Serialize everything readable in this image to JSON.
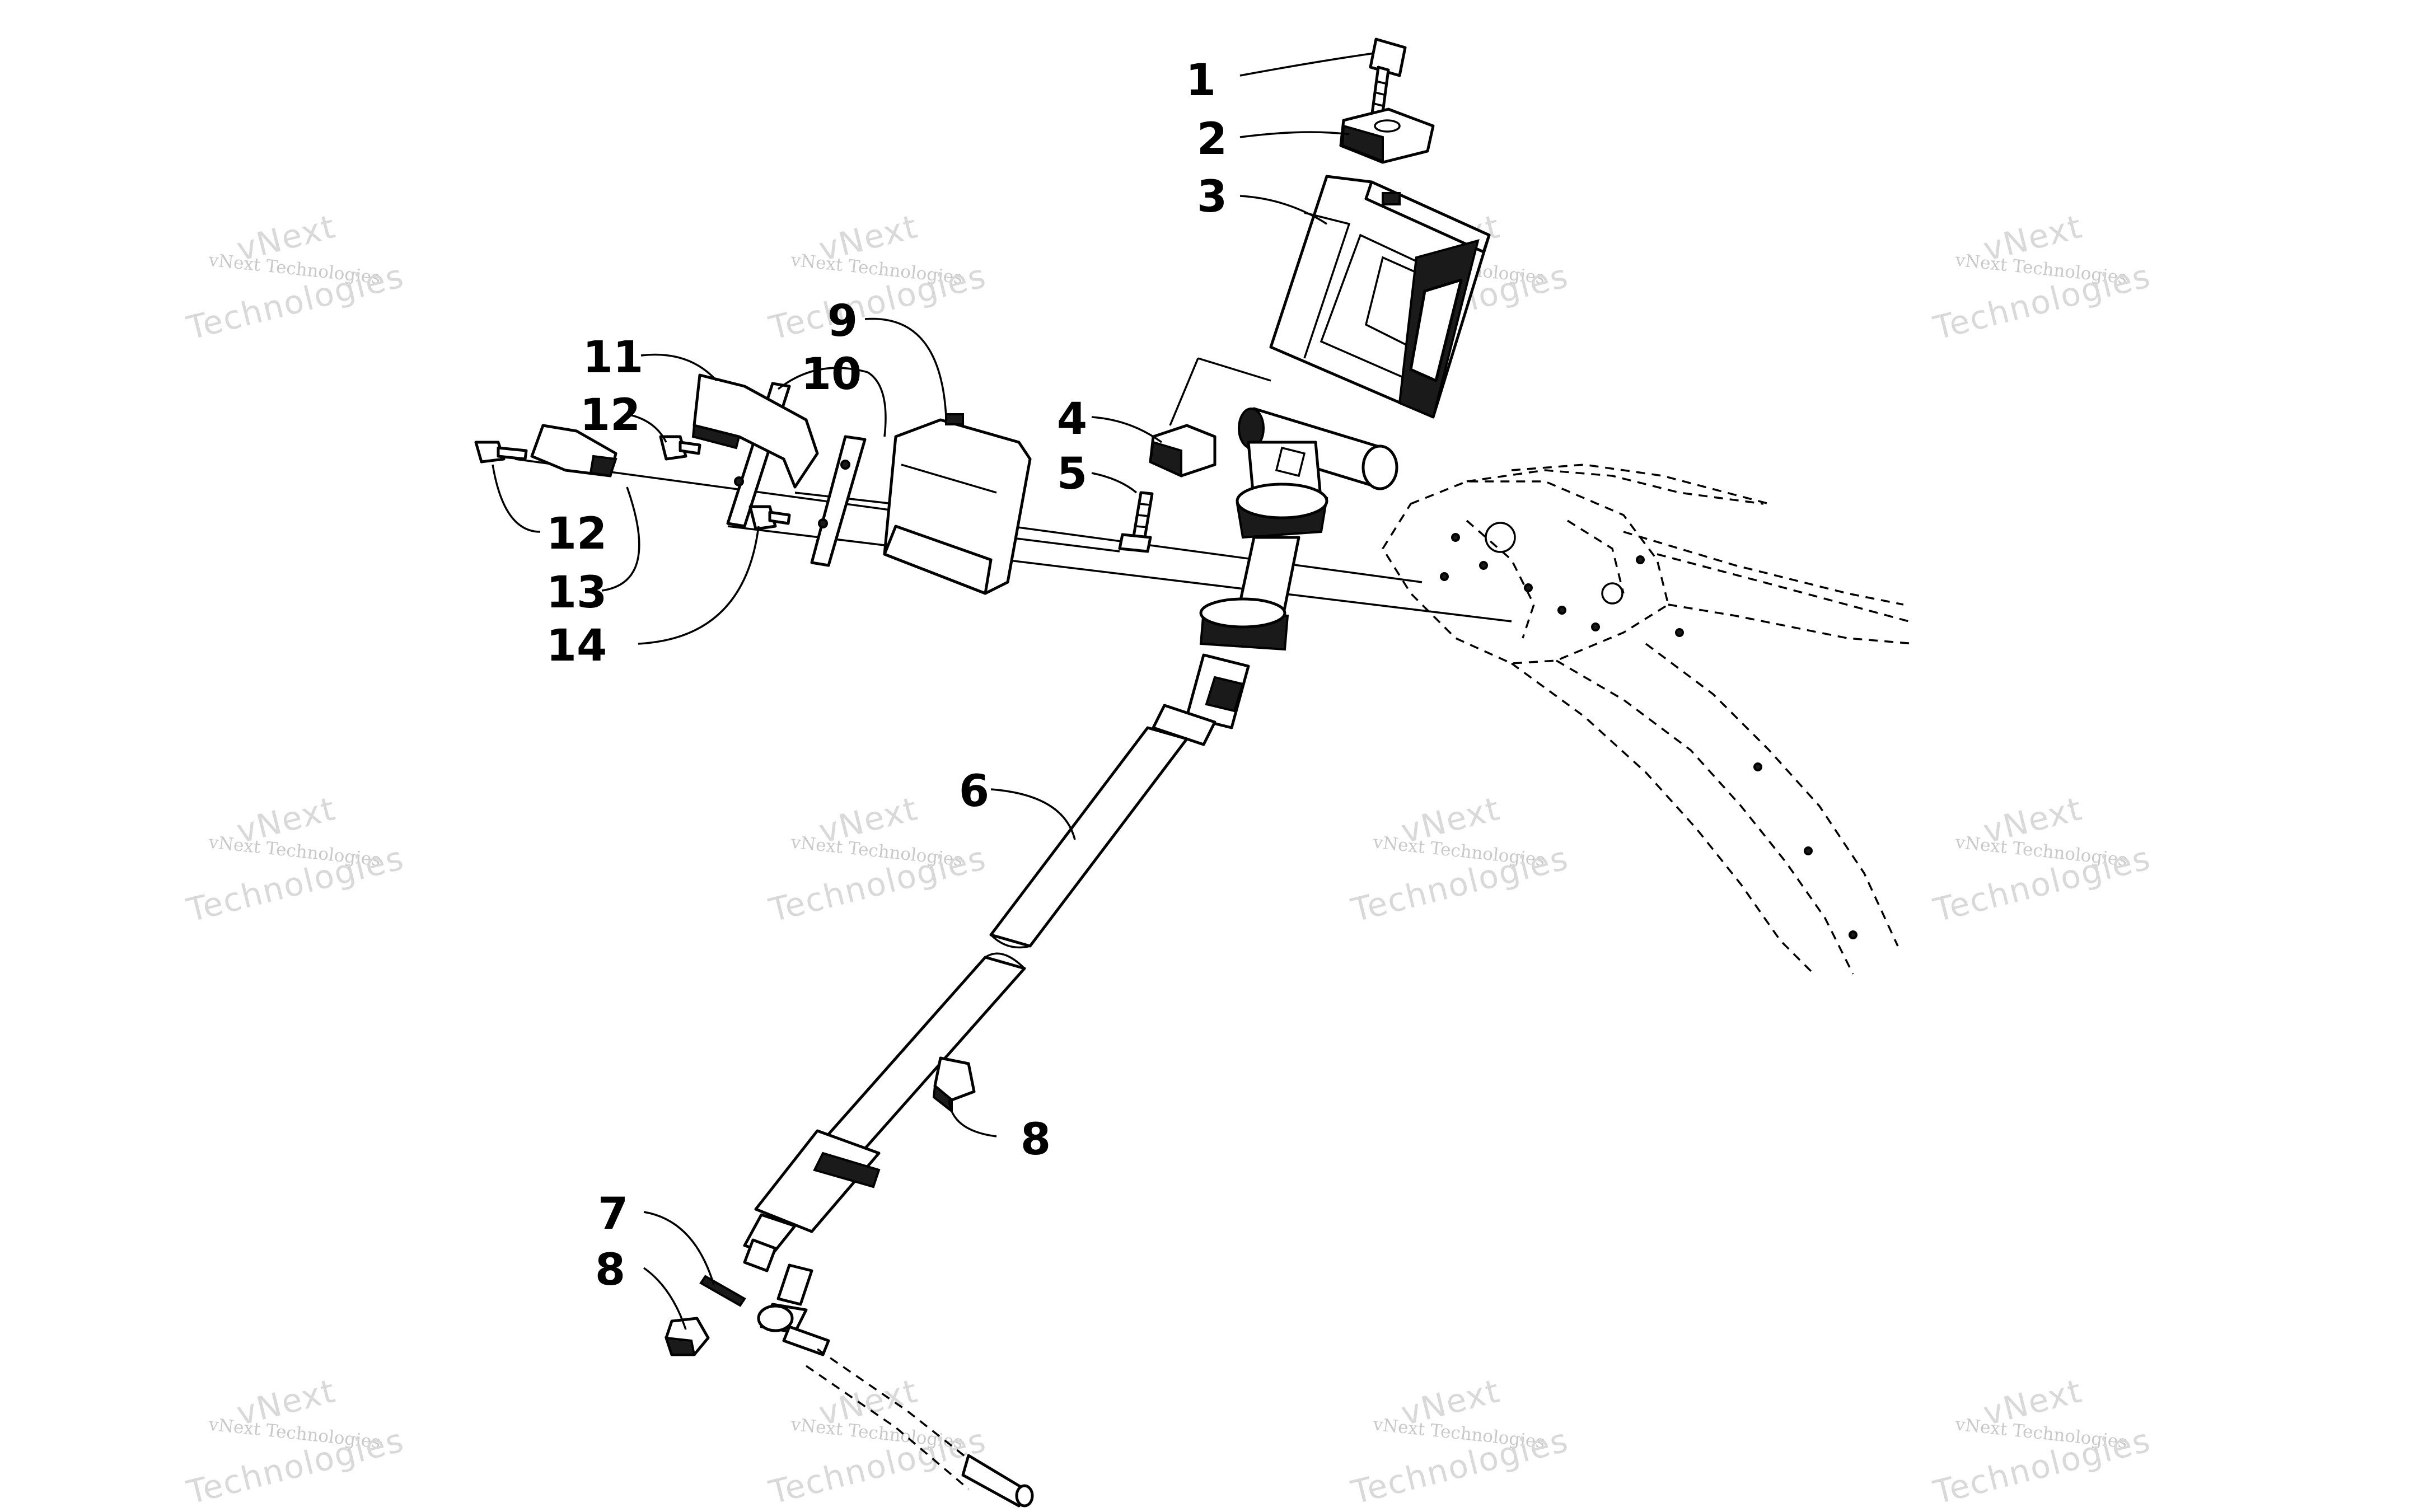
{
  "watermark": {
    "small_text": "vNext Technologies",
    "big_text": "Technologies",
    "faint_text": "vNext"
  },
  "callouts": [
    {
      "id": "c1",
      "label": "1"
    },
    {
      "id": "c2",
      "label": "2"
    },
    {
      "id": "c3",
      "label": "3"
    },
    {
      "id": "c4",
      "label": "4"
    },
    {
      "id": "c5",
      "label": "5"
    },
    {
      "id": "c6",
      "label": "6"
    },
    {
      "id": "c7",
      "label": "7"
    },
    {
      "id": "c8a",
      "label": "8"
    },
    {
      "id": "c8b",
      "label": "8"
    },
    {
      "id": "c9",
      "label": "9"
    },
    {
      "id": "c10",
      "label": "10"
    },
    {
      "id": "c11",
      "label": "11"
    },
    {
      "id": "c12a",
      "label": "12"
    },
    {
      "id": "c12b",
      "label": "12"
    },
    {
      "id": "c13",
      "label": "13"
    },
    {
      "id": "c14",
      "label": "14"
    }
  ]
}
